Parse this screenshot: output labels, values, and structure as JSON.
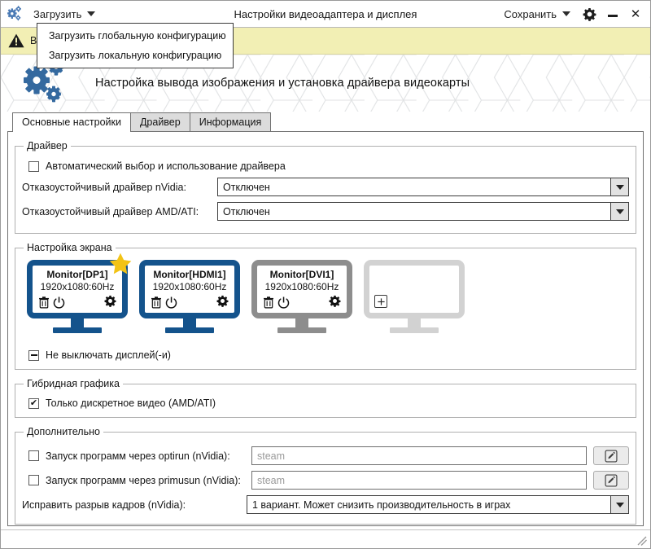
{
  "window": {
    "title": "Настройки видеоадаптера и дисплея",
    "app_icon": "gears-icon",
    "minimize_label": "−",
    "close_label": "✕",
    "settings_icon": "gear-icon"
  },
  "toolbar": {
    "load_label": "Загрузить",
    "save_label": "Сохранить",
    "load_menu": [
      {
        "label": "Загрузить глобальную конфигурацию"
      },
      {
        "label": "Загрузить локальную конфигурацию"
      }
    ]
  },
  "warning": {
    "icon": "warning-triangle-icon",
    "text": "В"
  },
  "banner": {
    "icon": "gears-icon",
    "title": "Настройка вывода изображения и установка драйвера видеокарты"
  },
  "tabs": [
    {
      "label": "Основные настройки",
      "active": true
    },
    {
      "label": "Драйвер",
      "active": false
    },
    {
      "label": "Информация",
      "active": false
    }
  ],
  "driver_group": {
    "legend": "Драйвер",
    "auto_driver_checkbox": {
      "label": "Автоматический выбор и использование драйвера",
      "state": "unchecked"
    },
    "nvidia_row": {
      "label": "Отказоустойчивый драйвер nVidia:",
      "value": "Отключен"
    },
    "amd_row": {
      "label": "Отказоустойчивый драйвер AMD/ATI:",
      "value": "Отключен"
    }
  },
  "screen_group": {
    "legend": "Настройка экрана",
    "monitors": [
      {
        "name": "Monitor[DP1]",
        "resolution": "1920x1080:60Hz",
        "primary": true,
        "enabled": true,
        "style": "blue",
        "icons": [
          "trash-icon",
          "power-icon",
          "gear-icon"
        ]
      },
      {
        "name": "Monitor[HDMI1]",
        "resolution": "1920x1080:60Hz",
        "primary": false,
        "enabled": true,
        "style": "blue",
        "icons": [
          "trash-icon",
          "power-icon",
          "gear-icon"
        ]
      },
      {
        "name": "Monitor[DVI1]",
        "resolution": "1920x1080:60Hz",
        "primary": false,
        "enabled": false,
        "style": "grey",
        "icons": [
          "trash-icon",
          "power-icon",
          "gear-icon"
        ]
      },
      {
        "name": "",
        "resolution": "",
        "primary": false,
        "enabled": false,
        "style": "empty",
        "icons": [
          "plus-icon"
        ]
      }
    ],
    "keep_on_checkbox": {
      "label": "Не выключать дисплей(-и)",
      "state": "partial"
    }
  },
  "hybrid_group": {
    "legend": "Гибридная графика",
    "discrete_checkbox": {
      "label": "Только дискретное видео (AMD/ATI)",
      "state": "checked"
    }
  },
  "advanced_group": {
    "legend": "Дополнительно",
    "optirun_row": {
      "label": "Запуск программ через optirun (nVidia):",
      "checkbox_state": "unchecked",
      "placeholder": "steam",
      "value": "",
      "edit_icon": "pencil-square-icon"
    },
    "primusrun_row": {
      "label": "Запуск программ через primusun (nVidia):",
      "checkbox_state": "unchecked",
      "placeholder": "steam",
      "value": "",
      "edit_icon": "pencil-square-icon"
    },
    "tearfree_row": {
      "label": "Исправить разрыв кадров (nVidia):",
      "value": "1 вариант. Может снизить производительность в играх"
    }
  },
  "colors": {
    "accent_blue": "#14538c",
    "star_gold": "#f2c316",
    "warning_bg": "#f2efb4",
    "disabled_grey": "#8d8d8d",
    "empty_grey": "#d2d2d2"
  }
}
